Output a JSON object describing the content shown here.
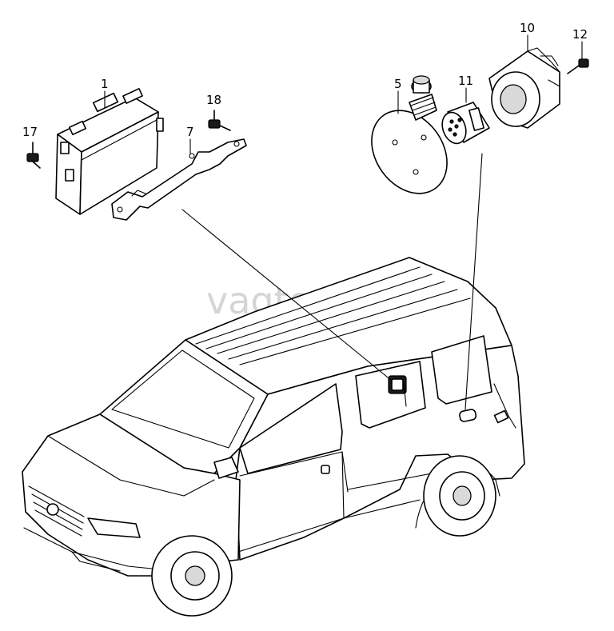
{
  "watermark": "vagtec.ru",
  "callouts": {
    "p1": "1",
    "p5": "5",
    "p7": "7",
    "p10": "10",
    "p11": "11",
    "p12": "12",
    "p17": "17",
    "p18": "18"
  },
  "parts": [
    {
      "number": "1",
      "icon": "control-unit-icon"
    },
    {
      "number": "5",
      "icon": "sensor-bracket-icon"
    },
    {
      "number": "7",
      "icon": "mounting-bracket-icon"
    },
    {
      "number": "10",
      "icon": "sensor-housing-icon"
    },
    {
      "number": "11",
      "icon": "connector-icon"
    },
    {
      "number": "12",
      "icon": "screw-icon"
    },
    {
      "number": "17",
      "icon": "screw-icon"
    },
    {
      "number": "18",
      "icon": "screw-icon"
    }
  ]
}
